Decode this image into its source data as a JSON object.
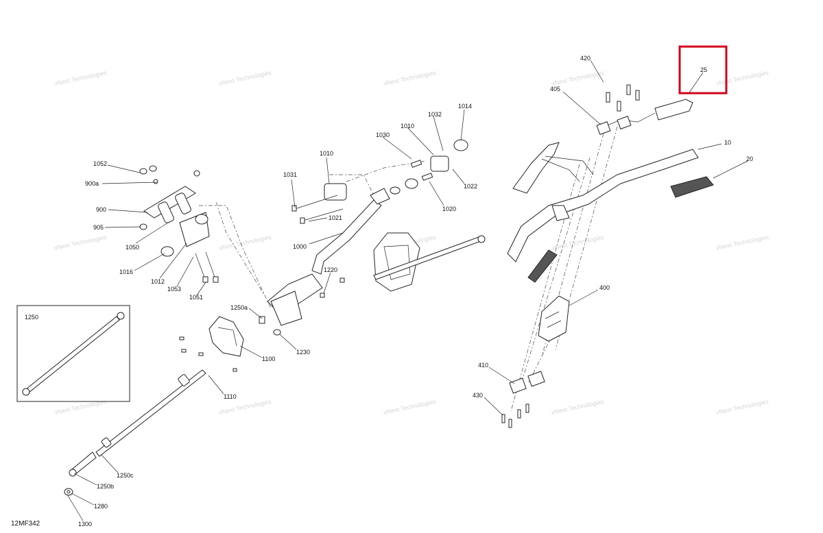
{
  "diagram_code": "12MF342",
  "watermark": "vNext Technologies",
  "highlight_color": "#d0021b",
  "highlighted_part": "25",
  "inset_label": "1250",
  "part_numbers": {
    "p420": "420",
    "p25": "25",
    "p405": "405",
    "p10": "10",
    "p20": "20",
    "p400": "400",
    "p410": "410",
    "p430": "430",
    "p1052": "1052",
    "p900a": "900a",
    "p900": "900",
    "p905": "905",
    "p1050": "1050",
    "p1016": "1016",
    "p1012": "1012",
    "p1053": "1053",
    "p1051": "1051",
    "p1010a": "1010",
    "p1031": "1031",
    "p1021": "1021",
    "p1000": "1000",
    "p1030": "1030",
    "p1010b": "1010",
    "p1032": "1032",
    "p1014": "1014",
    "p1022": "1022",
    "p1020": "1020",
    "p1220": "1220",
    "p1250a": "1250a",
    "p1230": "1230",
    "p1100": "1100",
    "p1110": "1110",
    "p1250c": "1250c",
    "p1250b": "1250b",
    "p1280": "1280",
    "p1300": "1300"
  }
}
